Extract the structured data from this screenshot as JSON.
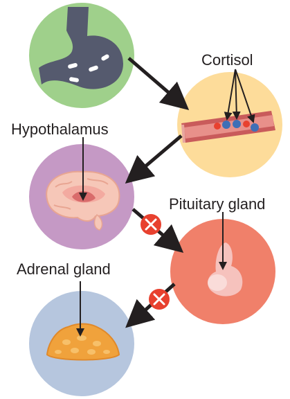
{
  "labels": {
    "cortisol": "Cortisol",
    "hypothalamus": "Hypothalamus",
    "pituitary": "Pituitary gland",
    "adrenal": "Adrenal gland"
  },
  "colors": {
    "stomach_circle": "#9fd08b",
    "cortisol_circle": "#fddc9a",
    "hypothalamus_circle": "#c599c5",
    "pituitary_circle": "#f0806a",
    "adrenal_circle": "#b6c6de",
    "arrow": "#231f20",
    "block_marker": "#e8412f",
    "stomach": "#555a6e",
    "vessel": "#c95b5b",
    "adrenal_tissue": "#f0a23c"
  },
  "icons": [
    "stomach-icon",
    "blood-vessel-icon",
    "brain-icon",
    "pituitary-gland-icon",
    "adrenal-gland-icon",
    "block-x-icon"
  ]
}
